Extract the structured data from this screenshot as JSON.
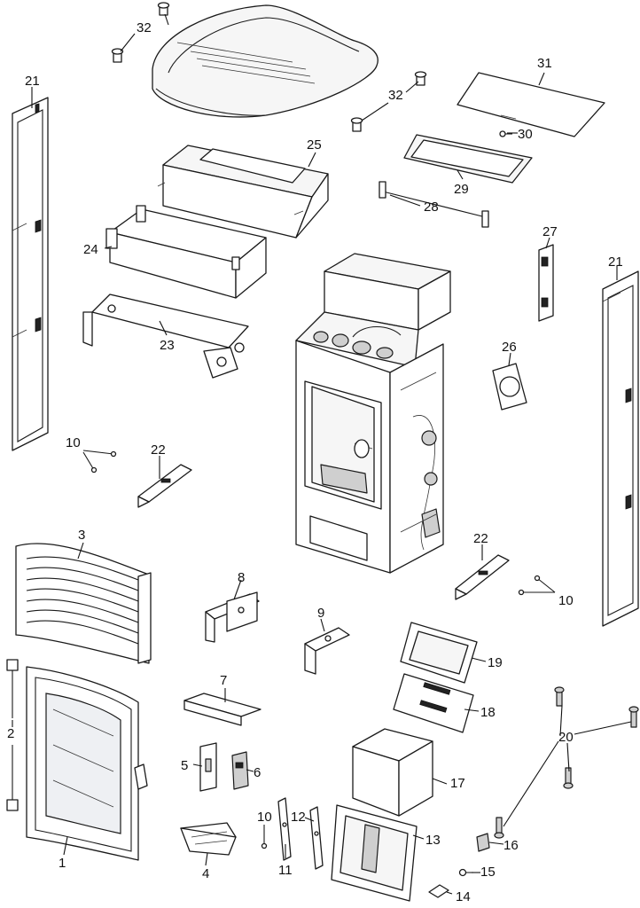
{
  "diagram": {
    "callouts": [
      {
        "id": "c1",
        "text": "1"
      },
      {
        "id": "c2",
        "text": "2"
      },
      {
        "id": "c3",
        "text": "3"
      },
      {
        "id": "c4",
        "text": "4"
      },
      {
        "id": "c5",
        "text": "5"
      },
      {
        "id": "c6",
        "text": "6"
      },
      {
        "id": "c7",
        "text": "7"
      },
      {
        "id": "c8",
        "text": "8"
      },
      {
        "id": "c9",
        "text": "9"
      },
      {
        "id": "c10a",
        "text": "10"
      },
      {
        "id": "c10b",
        "text": "10"
      },
      {
        "id": "c10c",
        "text": "10"
      },
      {
        "id": "c11",
        "text": "11"
      },
      {
        "id": "c12",
        "text": "12"
      },
      {
        "id": "c13",
        "text": "13"
      },
      {
        "id": "c14",
        "text": "14"
      },
      {
        "id": "c15",
        "text": "15"
      },
      {
        "id": "c16",
        "text": "16"
      },
      {
        "id": "c17",
        "text": "17"
      },
      {
        "id": "c18",
        "text": "18"
      },
      {
        "id": "c19",
        "text": "19"
      },
      {
        "id": "c20",
        "text": "20"
      },
      {
        "id": "c21a",
        "text": "21"
      },
      {
        "id": "c21b",
        "text": "21"
      },
      {
        "id": "c22a",
        "text": "22"
      },
      {
        "id": "c22b",
        "text": "22"
      },
      {
        "id": "c23",
        "text": "23"
      },
      {
        "id": "c24",
        "text": "24"
      },
      {
        "id": "c25",
        "text": "25"
      },
      {
        "id": "c26",
        "text": "26"
      },
      {
        "id": "c27",
        "text": "27"
      },
      {
        "id": "c28",
        "text": "28"
      },
      {
        "id": "c29",
        "text": "29"
      },
      {
        "id": "c30",
        "text": "30"
      },
      {
        "id": "c31",
        "text": "31"
      },
      {
        "id": "c32a",
        "text": "32"
      },
      {
        "id": "c32b",
        "text": "32"
      }
    ]
  }
}
